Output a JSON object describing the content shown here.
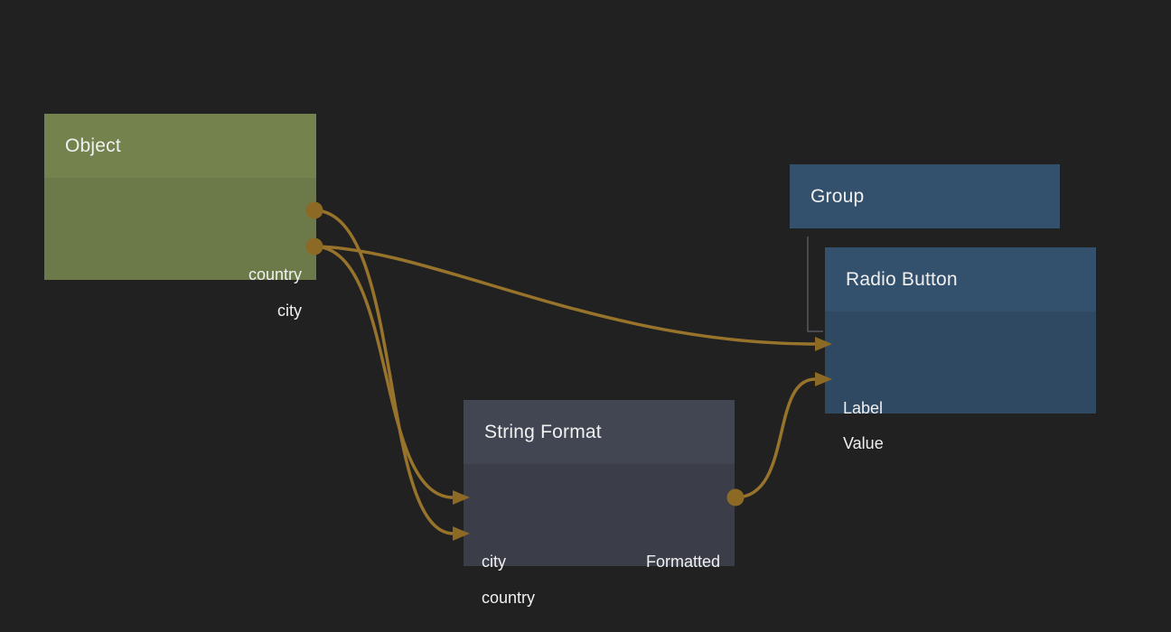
{
  "app": {
    "description": "Dark node-graph editor canvas with four nodes connected by gold bezier wires"
  },
  "colors": {
    "bg": "#212121",
    "text": "#f0f0f0",
    "green-header": "#74824e",
    "green-body": "#6b7a48",
    "blue-header": "#33506d",
    "blue-body": "#2f4963",
    "slate-header": "#424653",
    "slate-body": "#3b3e48",
    "wire": "#97732b",
    "dot": "#8c6a26",
    "tree-line": "#58595d"
  },
  "nodes": {
    "object": {
      "title": "Object",
      "outputs": [
        {
          "name": "country"
        },
        {
          "name": "city"
        }
      ]
    },
    "group": {
      "title": "Group"
    },
    "radio_button": {
      "title": "Radio Button",
      "inputs": [
        {
          "name": "Label"
        },
        {
          "name": "Value"
        }
      ]
    },
    "string_format": {
      "title": "String Format",
      "inputs": [
        {
          "name": "city"
        },
        {
          "name": "country"
        }
      ],
      "outputs": [
        {
          "name": "Formatted"
        }
      ]
    }
  },
  "connections": [
    {
      "from": "Object.city",
      "to": "Radio Button.Label"
    },
    {
      "from": "Object.country",
      "to": "String Format.country"
    },
    {
      "from": "Object.city",
      "to": "String Format.city"
    },
    {
      "from": "String Format.Formatted",
      "to": "Radio Button.Value"
    }
  ],
  "hierarchy": [
    {
      "parent": "Group",
      "child": "Radio Button"
    }
  ]
}
